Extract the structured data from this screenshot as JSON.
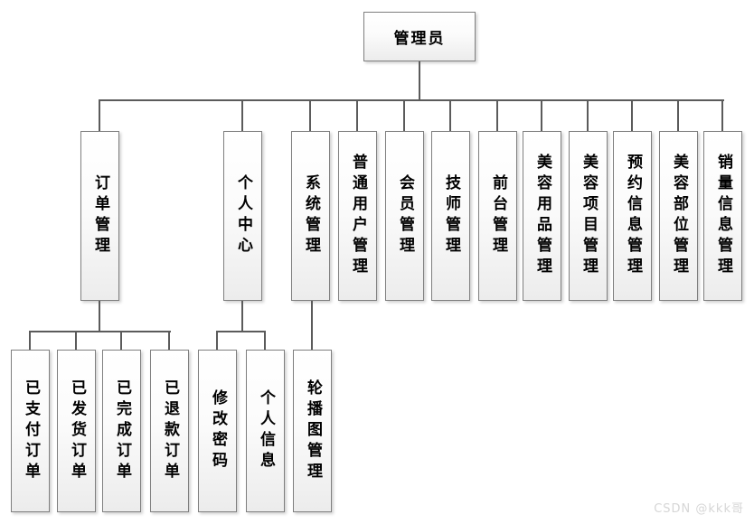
{
  "diagram": {
    "type": "org-tree",
    "root": {
      "label": "管理员"
    },
    "level2": [
      {
        "label": "订单管理"
      },
      {
        "label": "个人中心"
      },
      {
        "label": "系统管理"
      },
      {
        "label": "普通用户管理"
      },
      {
        "label": "会员管理"
      },
      {
        "label": "技师管理"
      },
      {
        "label": "前台管理"
      },
      {
        "label": "美容用品管理"
      },
      {
        "label": "美容项目管理"
      },
      {
        "label": "预约信息管理"
      },
      {
        "label": "美容部位管理"
      },
      {
        "label": "销量信息管理"
      }
    ],
    "level3": [
      {
        "label": "已支付订单",
        "parent": "订单管理"
      },
      {
        "label": "已发货订单",
        "parent": "订单管理"
      },
      {
        "label": "已完成订单",
        "parent": "订单管理"
      },
      {
        "label": "已退款订单",
        "parent": "订单管理"
      },
      {
        "label": "修改密码",
        "parent": "个人中心"
      },
      {
        "label": "个人信息",
        "parent": "个人中心"
      },
      {
        "label": "轮播图管理",
        "parent": "系统管理"
      }
    ]
  },
  "watermark": {
    "text": "CSDN @kkk哥"
  },
  "colors": {
    "box_border": "#7f7f7f",
    "box_fill_top": "#ffffff",
    "box_fill_bottom": "#ececec",
    "connector": "#5b5b5b",
    "text": "#000000",
    "watermark": "#d6d6d6",
    "background": "#ffffff"
  }
}
